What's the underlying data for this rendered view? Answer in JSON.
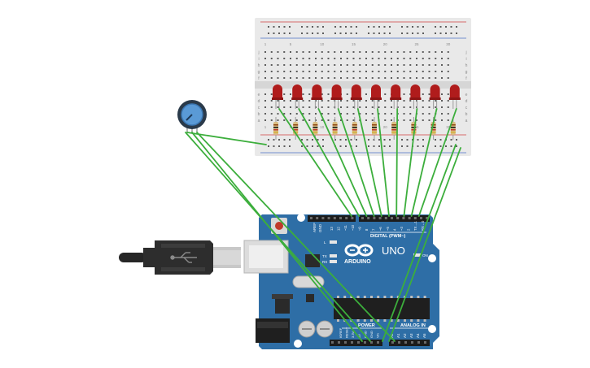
{
  "canvas": {
    "background": "#ffffff"
  },
  "colors": {
    "board": "#2e6ea6",
    "board_dark": "#1e4f7a",
    "breadboard": "#e9e9e9",
    "breadboard_hole": "#5c5c5c",
    "wire": "#3cae3c",
    "led": "#b01c1c",
    "rail_red": "#d04040",
    "rail_blue": "#4a6fc4",
    "resistor_body": "#d9bc82",
    "usb_cable": "#2d2d2d",
    "usb_metal": "#c8c8c8",
    "pot_knob": "#5a9ad6"
  },
  "breadboard": {
    "row_letters_top": [
      "j",
      "i",
      "h",
      "g",
      "f"
    ],
    "row_letters_bottom": [
      "e",
      "d",
      "c",
      "b",
      "a"
    ],
    "column_numbers": [
      "1",
      "5",
      "10",
      "15",
      "20",
      "25",
      "30"
    ]
  },
  "circuit": {
    "led_count": 10,
    "resistor_count": 10
  },
  "arduino": {
    "logo_text": "ARDUINO",
    "model": "UNO",
    "digital_label": "DIGITAL (PWM~)",
    "power_label": "POWER",
    "analog_label": "ANALOG IN",
    "on_label": "ON",
    "l_label": "L",
    "tx_label": "TX",
    "rx_label": "RX",
    "aref_label": "AREF",
    "gnd_label": "GND",
    "digital_pins": [
      "13",
      "12",
      "~11",
      "~10",
      "~9",
      "8",
      "7",
      "~6",
      "~5",
      "4",
      "~3",
      "2",
      "TX→1",
      "RX←0"
    ],
    "power_pins": [
      "IOREF",
      "RESET",
      "3.3V",
      "5V",
      "GND",
      "GND",
      "Vin"
    ],
    "analog_pins": [
      "A0",
      "A1",
      "A2",
      "A3",
      "A4",
      "A5"
    ]
  }
}
